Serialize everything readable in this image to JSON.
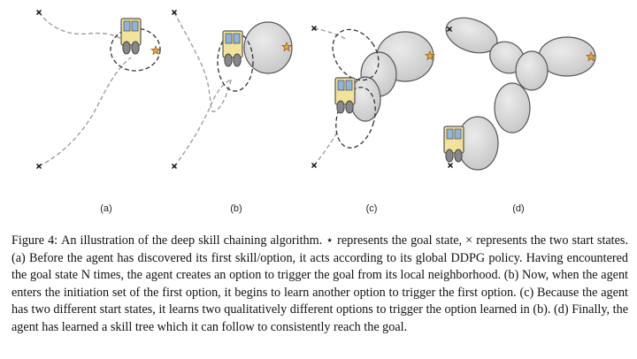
{
  "figure": {
    "panels": [
      {
        "label": "(a)"
      },
      {
        "label": "(b)"
      },
      {
        "label": "(c)"
      },
      {
        "label": "(d)"
      }
    ],
    "markers": {
      "goal": "star-icon",
      "start": "cross-icon",
      "agent": "robot-cart-icon"
    },
    "colors": {
      "option_fill": "#d4d4d4",
      "option_stroke": "#555555",
      "goal_star": "#e8a33a",
      "robot_body": "#f3e39a",
      "robot_window": "#8fb4dc",
      "trajectory": "#999999"
    }
  },
  "caption": {
    "label": "Figure 4:",
    "text": "An illustration of the deep skill chaining algorithm. ⋆ represents the goal state, × represents the two start states. (a) Before the agent has discovered its first skill/option, it acts according to its global DDPG policy. Having encountered the goal state N times, the agent creates an option to trigger the goal from its local neighborhood. (b) Now, when the agent enters the initiation set of the first option, it begins to learn another option to trigger the first option. (c) Because the agent has two different start states, it learns two qualitatively different options to trigger the option learned in (b). (d) Finally, the agent has learned a skill tree which it can follow to consistently reach the goal."
  }
}
